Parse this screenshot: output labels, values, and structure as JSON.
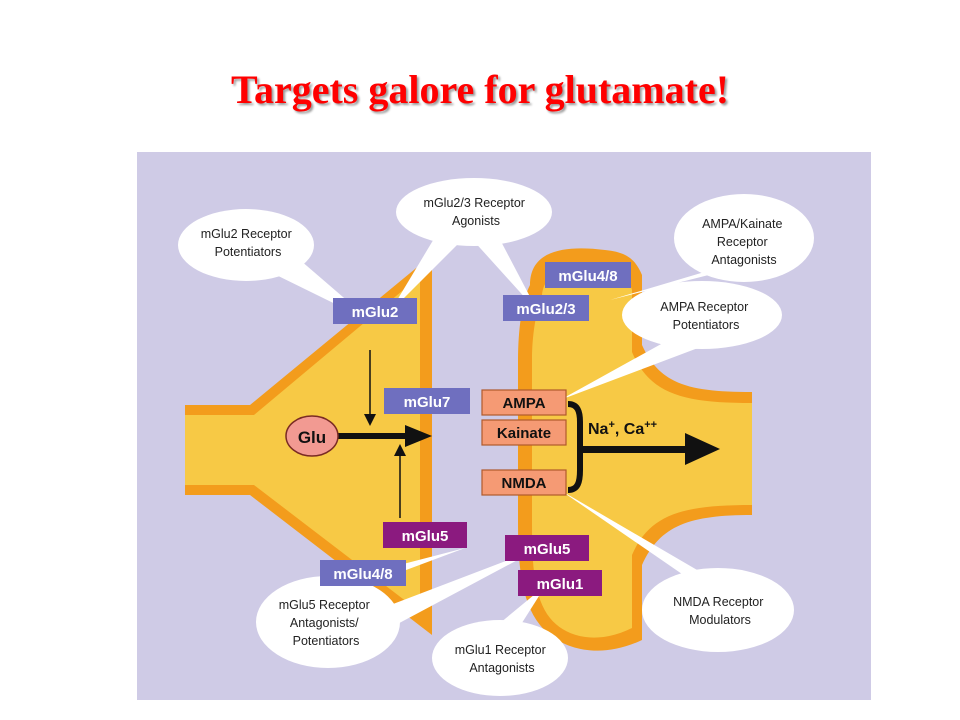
{
  "title": "Targets galore for glutamate!",
  "colors": {
    "background": "#cfcbe6",
    "presynaptic": "#f7c945",
    "membrane": "#f39c1c",
    "mglu_group_blue": "#6f6fbf",
    "mglu_group_purple": "#8b1a7f",
    "ionotropic": "#f59a74",
    "glu": "#f29a92"
  },
  "labels": {
    "mglu2": "mGlu2",
    "mglu7": "mGlu7",
    "mglu5_pre": "mGlu5",
    "mglu48_pre": "mGlu4/8",
    "mglu48_post": "mGlu4/8",
    "mglu23_post": "mGlu2/3",
    "mglu5_post": "mGlu5",
    "mglu1_post": "mGlu1",
    "ampa": "AMPA",
    "kainate": "Kainate",
    "nmda": "NMDA",
    "glu": "Glu",
    "ions": "Na+, Ca++"
  },
  "bubbles": {
    "mglu2_potentiators": [
      "mGlu2 Receptor",
      "Potentiators"
    ],
    "mglu23_agonists": [
      "mGlu2/3 Receptor",
      "Agonists"
    ],
    "ampa_kainate_antagonists": [
      "AMPA/Kainate",
      "Receptor",
      "Antagonists"
    ],
    "ampa_potentiators": [
      "AMPA Receptor",
      "Potentiators"
    ],
    "mglu5_modulators": [
      "mGlu5 Receptor",
      "Antagonists/",
      "Potentiators"
    ],
    "mglu1_antagonists": [
      "mGlu1 Receptor",
      "Antagonists"
    ],
    "nmda_modulators": [
      "NMDA Receptor",
      "Modulators"
    ]
  }
}
